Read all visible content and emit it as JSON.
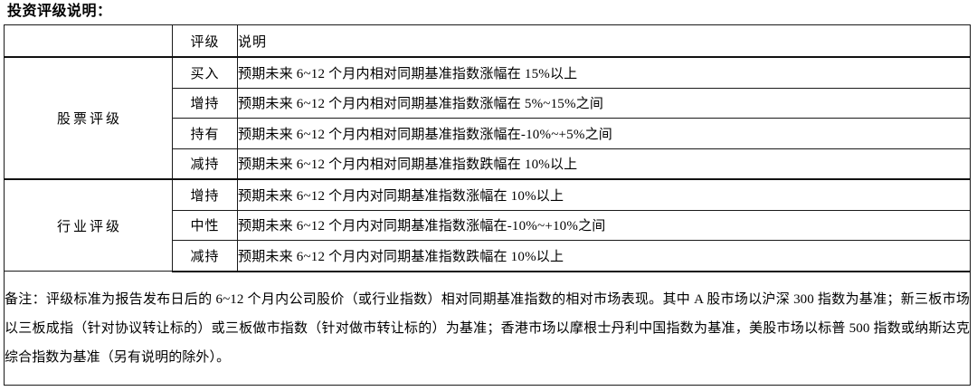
{
  "page": {
    "title": "投资评级说明："
  },
  "table": {
    "headers": {
      "group": "",
      "rating": "评级",
      "description": "说明"
    },
    "groups": [
      {
        "label": "股票评级",
        "rows": [
          {
            "rating": "买入",
            "description": "预期未来 6~12 个月内相对同期基准指数涨幅在 15%以上"
          },
          {
            "rating": "增持",
            "description": "预期未来 6~12 个月内相对同期基准指数涨幅在 5%~15%之间"
          },
          {
            "rating": "持有",
            "description": "预期未来 6~12 个月内相对同期基准指数涨幅在-10%~+5%之间"
          },
          {
            "rating": "减持",
            "description": "预期未来 6~12 个月内相对同期基准指数跌幅在 10%以上"
          }
        ]
      },
      {
        "label": "行业评级",
        "rows": [
          {
            "rating": "增持",
            "description": "预期未来 6~12 个月内对同期基准指数涨幅在 10%以上"
          },
          {
            "rating": "中性",
            "description": "预期未来 6~12 个月内对同期基准指数涨幅在-10%~+10%之间"
          },
          {
            "rating": "减持",
            "description": "预期未来 6~12 个月内对同期基准指数跌幅在 10%以上"
          }
        ]
      }
    ],
    "note": "备注：评级标准为报告发布日后的 6~12 个月内公司股价（或行业指数）相对同期基准指数的相对市场表现。其中 A 股市场以沪深 300 指数为基准；新三板市场以三板成指（针对协议转让标的）或三板做市指数（针对做市转让标的）为基准；香港市场以摩根士丹利中国指数为基准，美股市场以标普 500 指数或纳斯达克综合指数为基准（另有说明的除外）。"
  },
  "colors": {
    "background": "#ffffff",
    "text": "#000000",
    "border": "#1a1a1a"
  }
}
